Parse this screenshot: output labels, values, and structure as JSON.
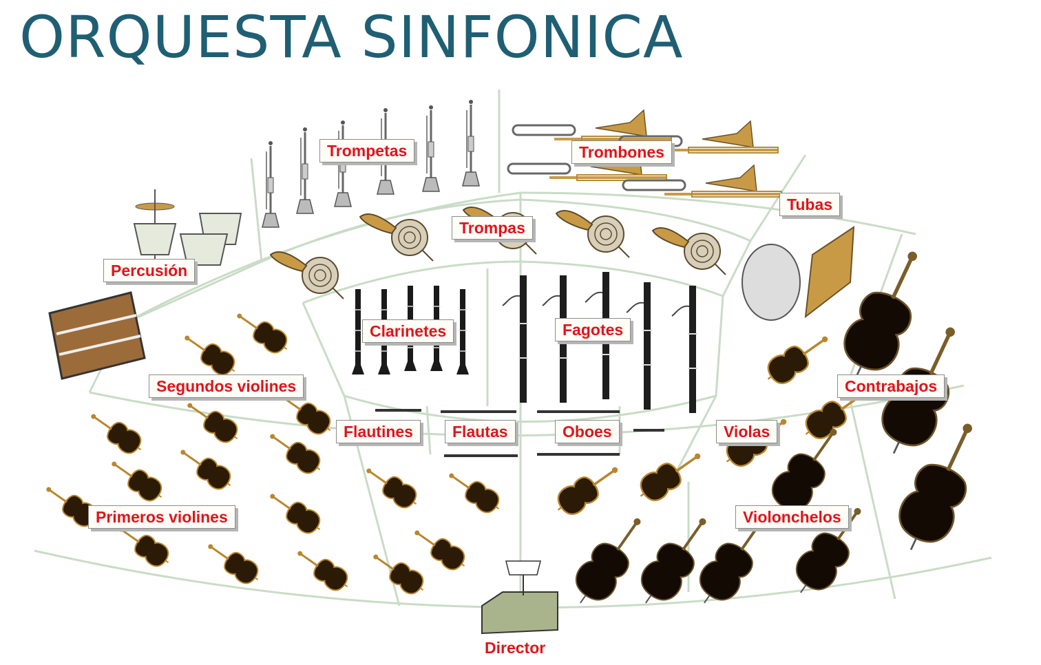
{
  "title": "ORQUESTA SINFONICA",
  "colors": {
    "title": "#1f5f73",
    "label_text": "#e0141b",
    "section_lines": "#c9dcc6",
    "violin_body": "#2a1a06",
    "violin_trim": "#b9862c",
    "brass": "#c99a46"
  },
  "sections": {
    "trompetas": "Trompetas",
    "trombones": "Trombones",
    "tubas": "Tubas",
    "percusion": "Percusión",
    "trompas": "Trompas",
    "clarinetes": "Clarinetes",
    "fagotes": "Fagotes",
    "contrabajos": "Contrabajos",
    "segundos_violines": "Segundos violines",
    "flautines": "Flautines",
    "flautas": "Flautas",
    "oboes": "Oboes",
    "violas": "Violas",
    "primeros_violines": "Primeros violines",
    "violonchelos": "Violonchelos",
    "director": "Director"
  }
}
